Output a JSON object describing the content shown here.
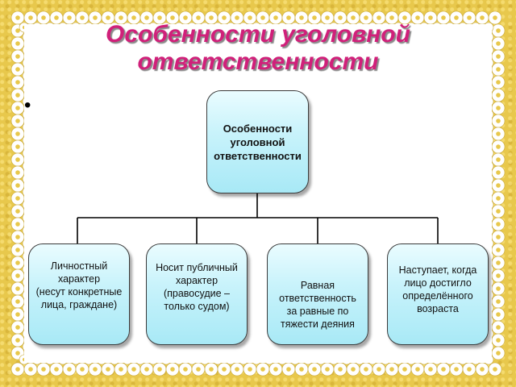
{
  "slide": {
    "title": "Особенности уголовной ответственности",
    "bullet": "•"
  },
  "diagram": {
    "root": {
      "label": "Особенности\nуголовной\nответственности"
    },
    "children": [
      {
        "label": "Личностный\nхарактер\n(несут конкретные\nлица, граждане)"
      },
      {
        "label": "Носит публичный\nхарактер\n(правосудие –\nтолько судом)"
      },
      {
        "label": "Равная\nответственность\nза равные по\nтяжести деяния"
      },
      {
        "label": "Наступает, когда\nлицо достигло\nопределённого\nвозраста"
      }
    ]
  },
  "colors": {
    "title": "#d0207a",
    "frame": "#e8c84c",
    "box_fill": "#c9f3fb"
  }
}
